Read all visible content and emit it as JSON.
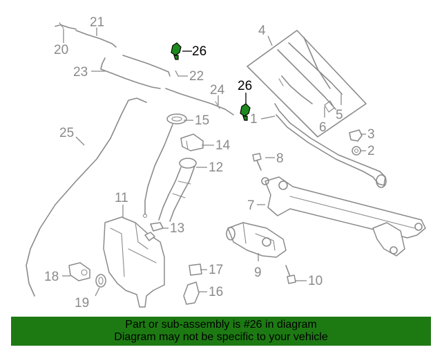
{
  "callouts": {
    "p1": "1",
    "p2": "2",
    "p3": "3",
    "p4": "4",
    "p5": "5",
    "p6": "6",
    "p7": "7",
    "p8": "8",
    "p9": "9",
    "p10": "10",
    "p11": "11",
    "p12": "12",
    "p13": "13",
    "p14": "14",
    "p15": "15",
    "p16": "16",
    "p17": "17",
    "p18": "18",
    "p19": "19",
    "p20": "20",
    "p21": "21",
    "p22": "22",
    "p23": "23",
    "p24": "24",
    "p25": "25",
    "p26a": "26",
    "p26b": "26"
  },
  "highlight_color": "#1d8a1d",
  "banner": {
    "line1": "Part or sub-assembly is #26 in diagram",
    "line2": "Diagram may not be specific to your vehicle",
    "color": "#1d7a13"
  }
}
